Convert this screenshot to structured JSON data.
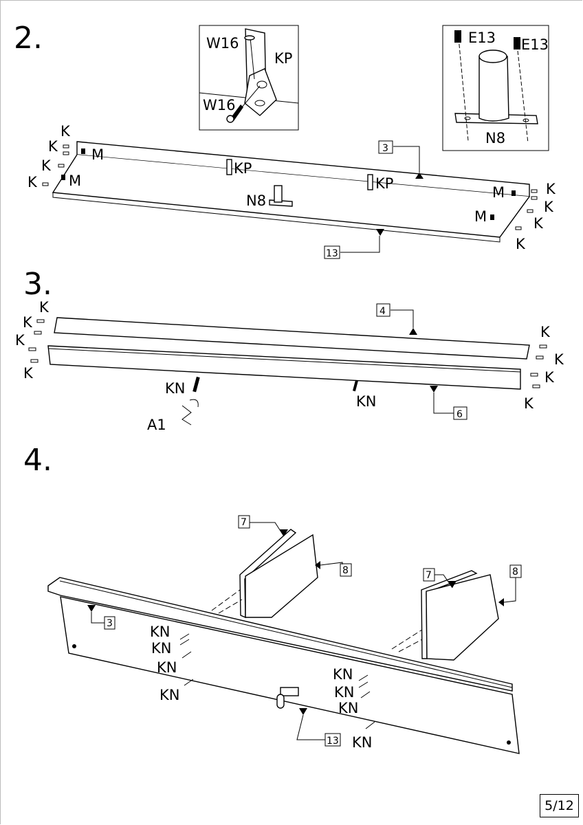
{
  "steps": [
    {
      "number": "2.",
      "detail_boxes": [
        {
          "id": "bracket-detail",
          "labels": [
            "W16",
            "KP",
            "W16"
          ]
        },
        {
          "id": "leg-mount-detail",
          "labels": [
            "E13",
            "E13",
            "N8"
          ]
        }
      ],
      "labels": {
        "k": "K",
        "m": "M",
        "kp": "KP",
        "n8": "N8"
      },
      "part_refs": [
        "3",
        "13"
      ]
    },
    {
      "number": "3.",
      "labels": {
        "k": "K",
        "kn": "KN",
        "a1": "A1"
      },
      "part_refs": [
        "4",
        "6"
      ]
    },
    {
      "number": "4.",
      "labels": {
        "kn": "KN"
      },
      "part_refs": [
        "7",
        "8",
        "7",
        "8",
        "3",
        "13"
      ]
    }
  ],
  "page_number": "5/12"
}
